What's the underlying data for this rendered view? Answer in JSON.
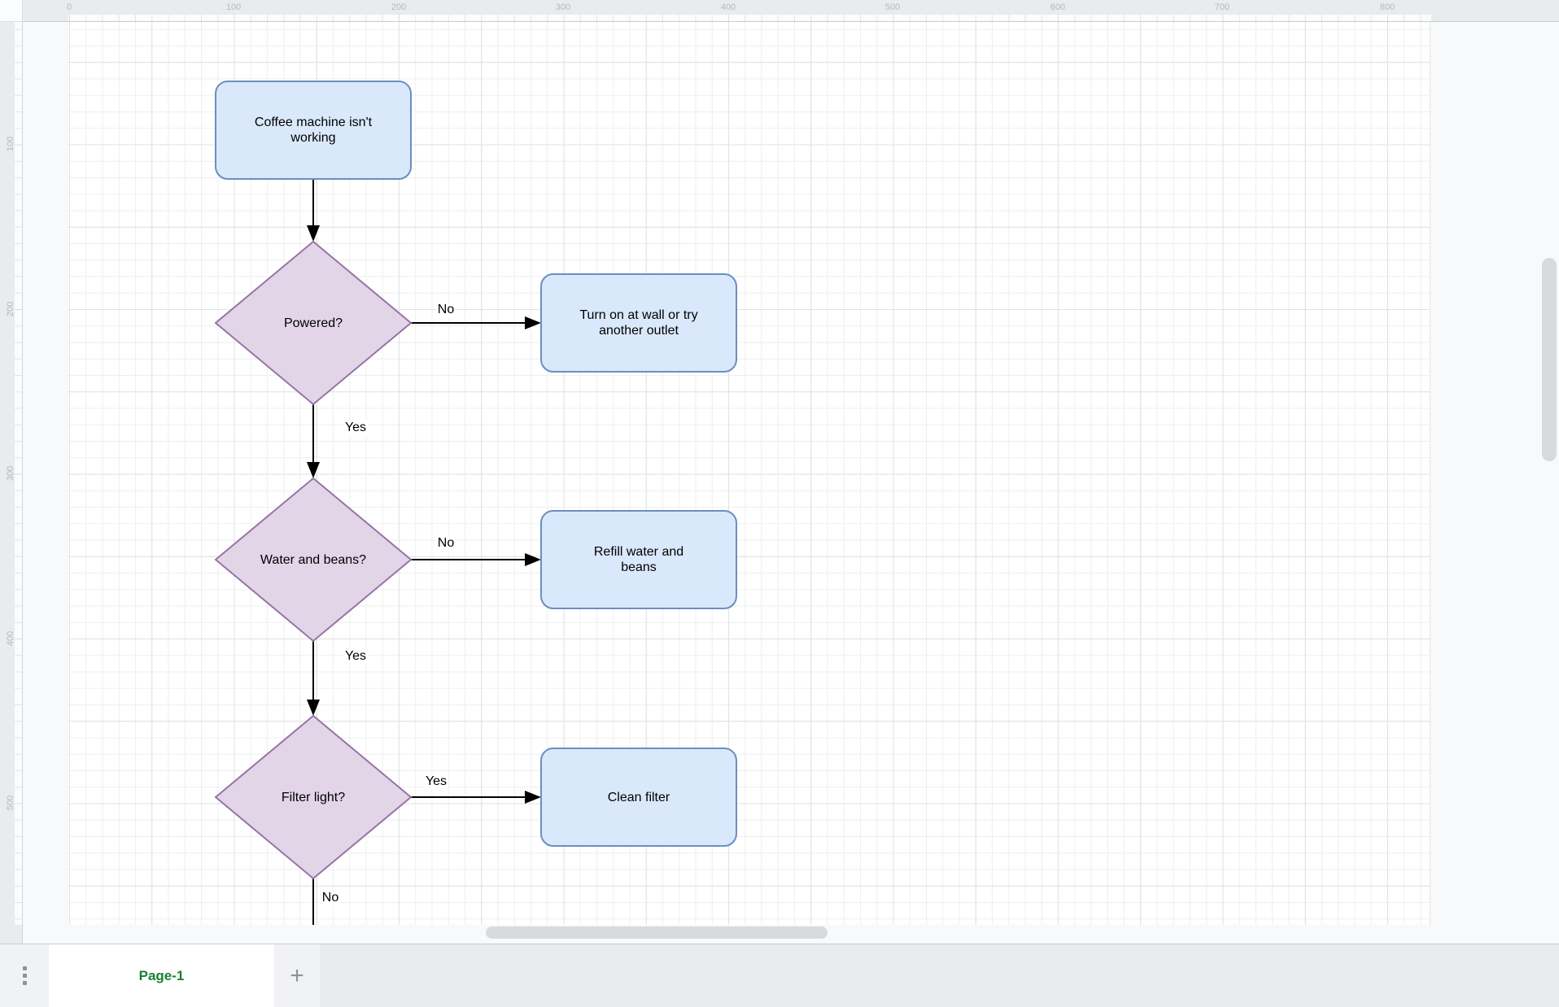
{
  "rulers": {
    "horizontal": [
      "0",
      "100",
      "200",
      "300",
      "400",
      "500",
      "600",
      "700",
      "800"
    ],
    "vertical": [
      "100",
      "200",
      "300",
      "400",
      "500"
    ]
  },
  "flowchart": {
    "nodes": [
      {
        "id": "start",
        "type": "rounded-rectangle",
        "label": "Coffee machine isn't\nworking"
      },
      {
        "id": "powered",
        "type": "decision",
        "label": "Powered?"
      },
      {
        "id": "turn-on",
        "type": "rounded-rectangle",
        "label": "Turn on at wall or try\nanother outlet"
      },
      {
        "id": "water-beans",
        "type": "decision",
        "label": "Water and beans?"
      },
      {
        "id": "refill",
        "type": "rounded-rectangle",
        "label": "Refill water and\nbeans"
      },
      {
        "id": "filter-light",
        "type": "decision",
        "label": "Filter light?"
      },
      {
        "id": "clean-filter",
        "type": "rounded-rectangle",
        "label": "Clean filter"
      }
    ],
    "edge_labels": {
      "powered_no": "No",
      "powered_yes": "Yes",
      "water_no": "No",
      "water_yes": "Yes",
      "filter_yes": "Yes",
      "filter_no": "No"
    }
  },
  "footer": {
    "page_tab": "Page-1",
    "add_page_label": "+"
  },
  "colors": {
    "process_fill": "#dae8fc",
    "process_stroke": "#6c8ebf",
    "decision_fill": "#e1d5e7",
    "decision_stroke": "#9673a6",
    "edge_stroke": "#000000",
    "page_tab_text": "#188038"
  }
}
